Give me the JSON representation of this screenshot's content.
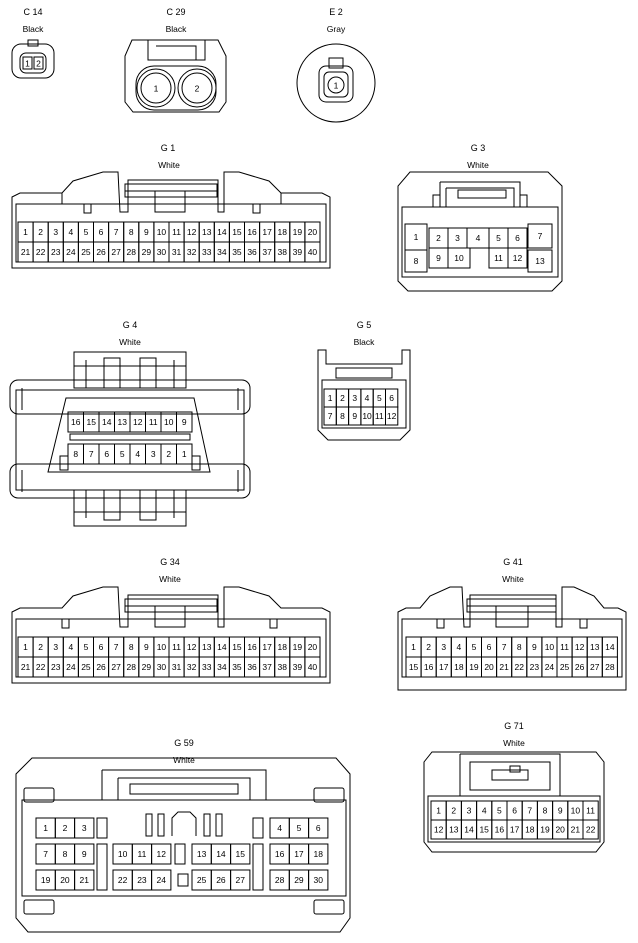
{
  "connectors": [
    {
      "id": "c14",
      "name": "C 14",
      "color": "Black",
      "pins": [
        "1",
        "2"
      ]
    },
    {
      "id": "c29",
      "name": "C 29",
      "color": "Black",
      "pins": [
        "1",
        "2"
      ]
    },
    {
      "id": "e2",
      "name": "E 2",
      "color": "Gray",
      "pins": [
        "1"
      ]
    },
    {
      "id": "g1",
      "name": "G 1",
      "color": "White",
      "rows": [
        [
          "1",
          "2",
          "3",
          "4",
          "5",
          "6",
          "7",
          "8",
          "9",
          "10",
          "11",
          "12",
          "13",
          "14",
          "15",
          "16",
          "17",
          "18",
          "19",
          "20"
        ],
        [
          "21",
          "22",
          "23",
          "24",
          "25",
          "26",
          "27",
          "28",
          "29",
          "30",
          "31",
          "32",
          "33",
          "34",
          "35",
          "36",
          "37",
          "38",
          "39",
          "40"
        ]
      ]
    },
    {
      "id": "g3",
      "name": "G 3",
      "color": "White",
      "pins": [
        "1",
        "2",
        "3",
        "4",
        "5",
        "6",
        "7",
        "8",
        "9",
        "10",
        "11",
        "12",
        "13"
      ]
    },
    {
      "id": "g4",
      "name": "G 4",
      "color": "White",
      "rows": [
        [
          "16",
          "15",
          "14",
          "13",
          "12",
          "11",
          "10",
          "9"
        ],
        [
          "8",
          "7",
          "6",
          "5",
          "4",
          "3",
          "2",
          "1"
        ]
      ]
    },
    {
      "id": "g5",
      "name": "G 5",
      "color": "Black",
      "rows": [
        [
          "1",
          "2",
          "3",
          "4",
          "5",
          "6"
        ],
        [
          "7",
          "8",
          "9",
          "10",
          "11",
          "12"
        ]
      ]
    },
    {
      "id": "g34",
      "name": "G 34",
      "color": "White",
      "rows": [
        [
          "1",
          "2",
          "3",
          "4",
          "5",
          "6",
          "7",
          "8",
          "9",
          "10",
          "11",
          "12",
          "13",
          "14",
          "15",
          "16",
          "17",
          "18",
          "19",
          "20"
        ],
        [
          "21",
          "22",
          "23",
          "24",
          "25",
          "26",
          "27",
          "28",
          "29",
          "30",
          "31",
          "32",
          "33",
          "34",
          "35",
          "36",
          "37",
          "38",
          "39",
          "40"
        ]
      ]
    },
    {
      "id": "g41",
      "name": "G 41",
      "color": "White",
      "rows": [
        [
          "1",
          "2",
          "3",
          "4",
          "5",
          "6",
          "7",
          "8",
          "9",
          "10",
          "11",
          "12",
          "13",
          "14"
        ],
        [
          "15",
          "16",
          "17",
          "18",
          "19",
          "20",
          "21",
          "22",
          "23",
          "24",
          "25",
          "26",
          "27",
          "28"
        ]
      ]
    },
    {
      "id": "g59",
      "name": "G 59",
      "color": "White",
      "rows": [
        [
          "1",
          "2",
          "3",
          "",
          "",
          "",
          "",
          "",
          "",
          "",
          "",
          "4",
          "5",
          "6"
        ],
        [
          "7",
          "8",
          "9",
          "",
          "10",
          "11",
          "12",
          "",
          "13",
          "14",
          "15",
          "",
          "16",
          "17",
          "18"
        ],
        [
          "19",
          "20",
          "21",
          "",
          "22",
          "23",
          "24",
          "",
          "25",
          "26",
          "27",
          "",
          "28",
          "29",
          "30"
        ]
      ]
    },
    {
      "id": "g71",
      "name": "G 71",
      "color": "White",
      "rows": [
        [
          "1",
          "2",
          "3",
          "4",
          "5",
          "6",
          "7",
          "8",
          "9",
          "10",
          "11"
        ],
        [
          "12",
          "13",
          "14",
          "15",
          "16",
          "17",
          "18",
          "19",
          "20",
          "21",
          "22"
        ]
      ]
    }
  ]
}
